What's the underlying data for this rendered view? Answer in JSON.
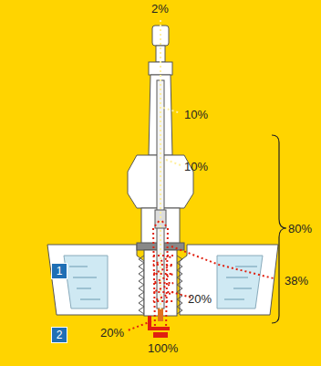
{
  "diagram": {
    "nodes": [
      {
        "text": [
          "1"
        ]
      },
      {
        "text": [
          "2"
        ]
      }
    ],
    "labels": [
      "2%",
      "10%",
      "10%",
      "80%",
      "38%",
      "20%",
      "20%",
      "100%"
    ]
  }
}
